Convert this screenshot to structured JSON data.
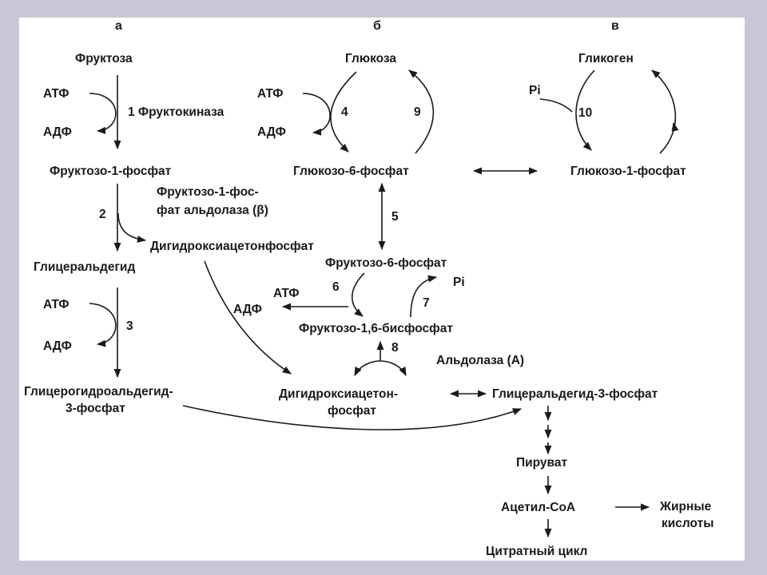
{
  "columns": {
    "a": "а",
    "b": "б",
    "c": "в"
  },
  "nodes": {
    "fructose": "Фруктоза",
    "glucose": "Глюкоза",
    "glycogen": "Гликоген",
    "f1p": "Фруктозо-1-фосфат",
    "g6p": "Глюкозо-6-фосфат",
    "g1p": "Глюкозо-1-фосфат",
    "dhap1": "Дигидроксиацетонфосфат",
    "glyceraldehyde": "Глицеральдегид",
    "f6p": "Фруктозо-6-фосфат",
    "f16bp": "Фруктозо-1,6-бисфосфат",
    "g3p_left_l1": "Глицерогидроальдегид-",
    "g3p_left_l2": "3-фосфат",
    "dhap2_l1": "Дигидроксиацетон-",
    "dhap2_l2": "фосфат",
    "g3p": "Глицеральдегид-3-фосфат",
    "pyruvate": "Пируват",
    "acetyl_coa": "Ацетил-CoA",
    "fatty_l1": "Жирные",
    "fatty_l2": "кислоты",
    "citrate_cycle": "Цитратный цикл"
  },
  "cofactors": {
    "atp": "АТФ",
    "adp": "АДФ",
    "pi": "Pi"
  },
  "enzymes": {
    "e1": "1 Фруктокиназа",
    "e2": "2",
    "aldolase_b_l1": "Фруктозо-1-фос-",
    "aldolase_b_l2": "фат альдолаза (β)",
    "e3": "3",
    "e4": "4",
    "e5": "5",
    "e6": "6",
    "e7": "7",
    "e8": "8",
    "aldolase_a": "Альдолаза (А)",
    "e9": "9",
    "e10": "10"
  }
}
